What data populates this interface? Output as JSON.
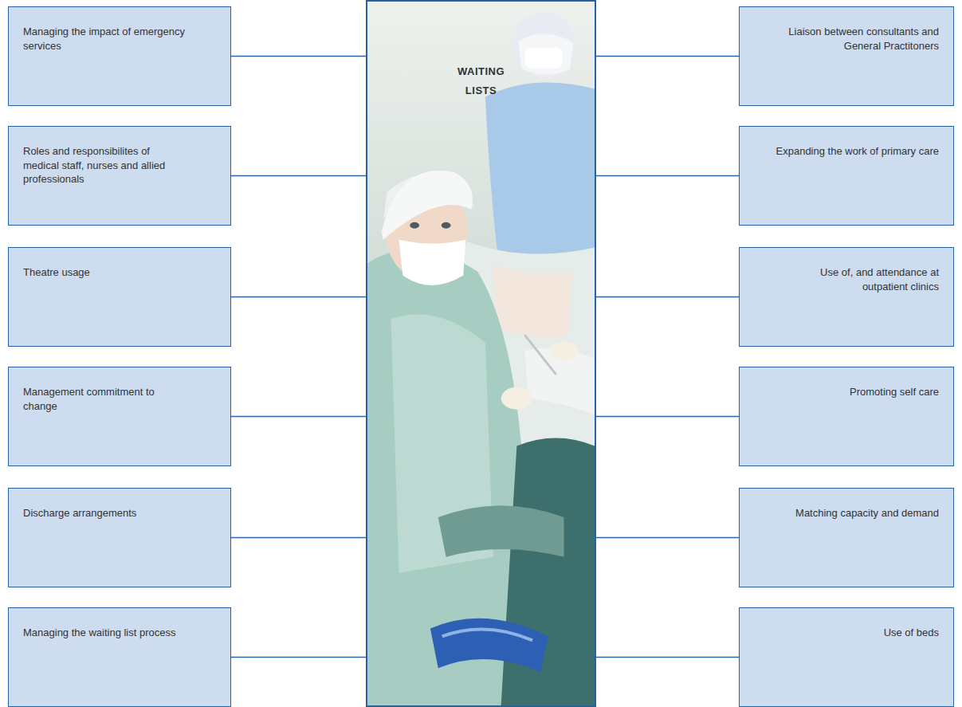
{
  "diagram": {
    "nodes": [
      {
        "text": [
          "Managing the impact of emergency services"
        ]
      },
      {
        "text": [
          "WAITING LISTS"
        ]
      },
      {
        "text": [
          "Liaison between consultants and General Practitoners"
        ]
      },
      {
        "text": [
          "Roles and responsibilites of medical staff, nurses and allied professionals"
        ]
      },
      {
        "text": [
          "Expanding the work of primary care"
        ]
      },
      {
        "text": [
          "Theatre usage"
        ]
      },
      {
        "text": [
          "Use of, and attendance at outpatient clinics"
        ]
      },
      {
        "text": [
          "Management commitment to change"
        ]
      },
      {
        "text": [
          "Promoting self care"
        ]
      },
      {
        "text": [
          "Discharge arrangements"
        ]
      },
      {
        "text": [
          "Matching capacity and demand"
        ]
      },
      {
        "text": [
          "Managing the waiting list process"
        ]
      },
      {
        "text": [
          "Use of beds"
        ]
      }
    ],
    "edges": [
      {
        "from": 0,
        "to": 1,
        "arrow": "none"
      },
      {
        "from": 2,
        "to": 1,
        "arrow": "none"
      },
      {
        "from": 3,
        "to": 1,
        "arrow": "none"
      },
      {
        "from": 4,
        "to": 1,
        "arrow": "none"
      },
      {
        "from": 5,
        "to": 1,
        "arrow": "none"
      },
      {
        "from": 6,
        "to": 1,
        "arrow": "none"
      },
      {
        "from": 7,
        "to": 1,
        "arrow": "none"
      },
      {
        "from": 8,
        "to": 1,
        "arrow": "none"
      },
      {
        "from": 9,
        "to": 1,
        "arrow": "none"
      },
      {
        "from": 10,
        "to": 1,
        "arrow": "none"
      },
      {
        "from": 11,
        "to": 1,
        "arrow": "none"
      },
      {
        "from": 12,
        "to": 1,
        "arrow": "none"
      }
    ]
  }
}
